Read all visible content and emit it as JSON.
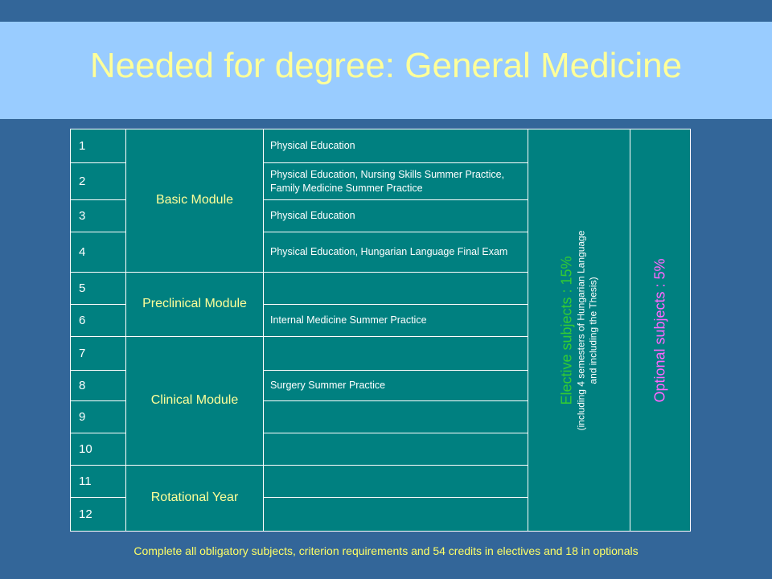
{
  "title": "Needed for degree: General Medicine",
  "semesters": [
    {
      "num": "1",
      "subject": "Physical Education"
    },
    {
      "num": "2",
      "subject": "Physical Education, Nursing Skills Summer Practice, Family Medicine Summer Practice"
    },
    {
      "num": "3",
      "subject": "Physical Education"
    },
    {
      "num": "4",
      "subject": "Physical Education, Hungarian Language Final Exam"
    },
    {
      "num": "5",
      "subject": ""
    },
    {
      "num": "6",
      "subject": "Internal Medicine Summer Practice"
    },
    {
      "num": "7",
      "subject": ""
    },
    {
      "num": "8",
      "subject": "Surgery Summer Practice"
    },
    {
      "num": "9",
      "subject": ""
    },
    {
      "num": "10",
      "subject": ""
    },
    {
      "num": "11",
      "subject": ""
    },
    {
      "num": "12",
      "subject": ""
    }
  ],
  "modules": {
    "basic": "Basic Module",
    "preclinical": "Preclinical Module",
    "clinical": "Clinical Module",
    "rotational": "Rotational Year"
  },
  "elective": {
    "main": "Elective subjects : 15%",
    "sub_line1": "(including 4 semesters of Hungarian Language",
    "sub_line2": "and including the Thesis)"
  },
  "optional": "Optional subjects : 5%",
  "footer": "Complete all obligatory subjects, criterion requirements and 54 credits in electives and 18 in optionals",
  "colors": {
    "background": "#336699",
    "title_band": "#99ccff",
    "title_text": "#ffff99",
    "table_fill": "#008080",
    "module_text": "#ffff99",
    "elective_text": "#33cc33",
    "optional_text": "#ff66ff",
    "footer_text": "#ffff66"
  }
}
